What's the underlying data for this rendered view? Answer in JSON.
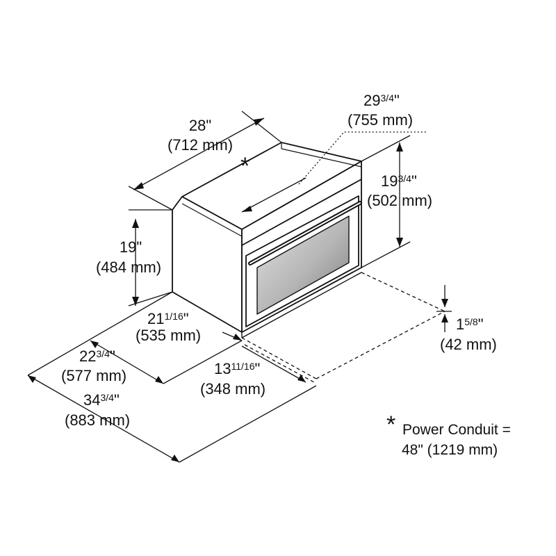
{
  "diagram": {
    "colors": {
      "line": "#111111",
      "panel": "#ffffff",
      "window_light": "#e2e2e2",
      "window_dark": "#7a7a7a"
    },
    "dimensions": {
      "width_28": {
        "whole": "28\"",
        "metric": "(712 mm)"
      },
      "width_29_3_4": {
        "whole": "29",
        "fraction": "3/4",
        "inch": "\"",
        "metric": "(755 mm)"
      },
      "height_19_3_4": {
        "whole": "19",
        "fraction": "3/4",
        "inch": "\"",
        "metric": "(502 mm)"
      },
      "height_19": {
        "whole": "19\"",
        "metric": "(484 mm)"
      },
      "depth_21_1_16": {
        "whole": "21",
        "fraction": "1/16",
        "inch": "\"",
        "metric": "(535 mm)"
      },
      "depth_22_3_4": {
        "whole": "22",
        "fraction": "3/4",
        "inch": "\"",
        "metric": "(577 mm)"
      },
      "depth_34_3_4": {
        "whole": "34",
        "fraction": "3/4",
        "inch": "\"",
        "metric": "(883 mm)"
      },
      "door_13_11_16": {
        "whole": "13",
        "fraction": "11/16",
        "inch": "\"",
        "metric": "(348 mm)"
      },
      "offset_1_5_8": {
        "whole": "1",
        "fraction": "5/8",
        "inch": "\"",
        "metric": "(42 mm)"
      }
    },
    "power_note": {
      "marker": "*",
      "line1": "Power Conduit =",
      "line2": "48\" (1219 mm)"
    }
  }
}
